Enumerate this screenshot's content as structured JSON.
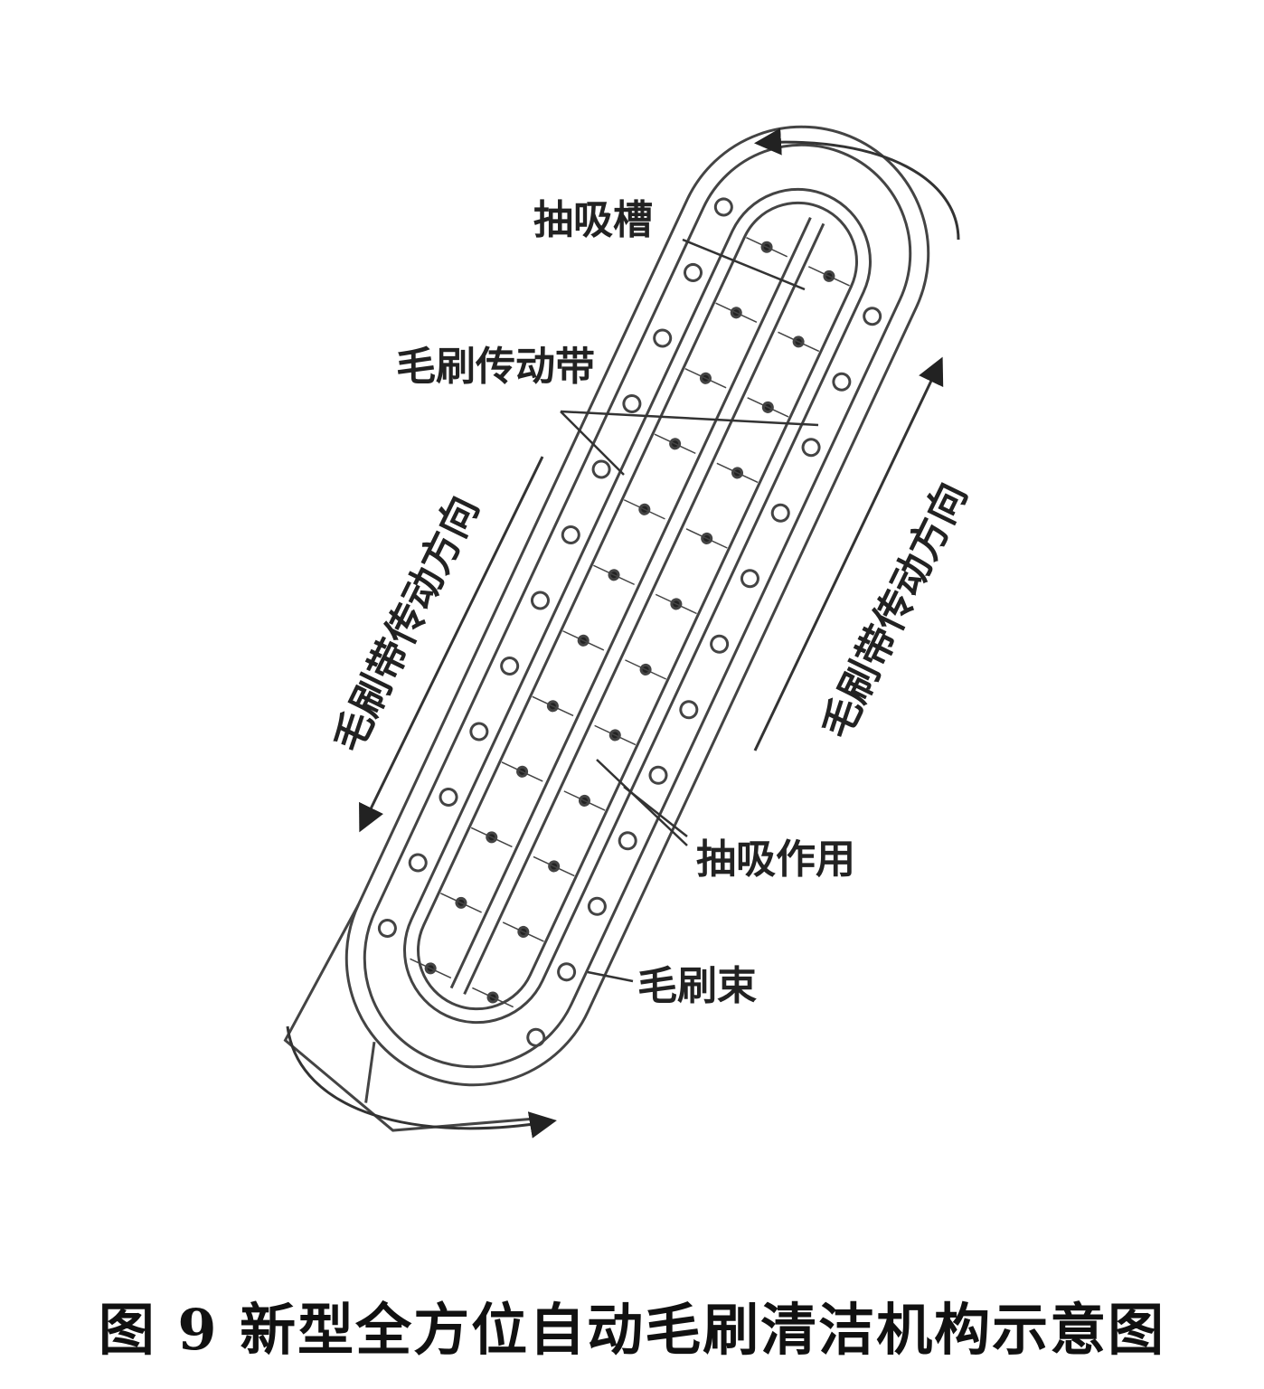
{
  "labels": {
    "suction_slot": "抽吸槽",
    "brush_belt": "毛刷传动带",
    "belt_direction_left": "毛刷带传动方向",
    "belt_direction_right": "毛刷带传动方向",
    "suction_action": "抽吸作用",
    "brush_bundle": "毛刷束"
  },
  "caption": "图 9 新型全方位自动毛刷清洁机构示意图"
}
